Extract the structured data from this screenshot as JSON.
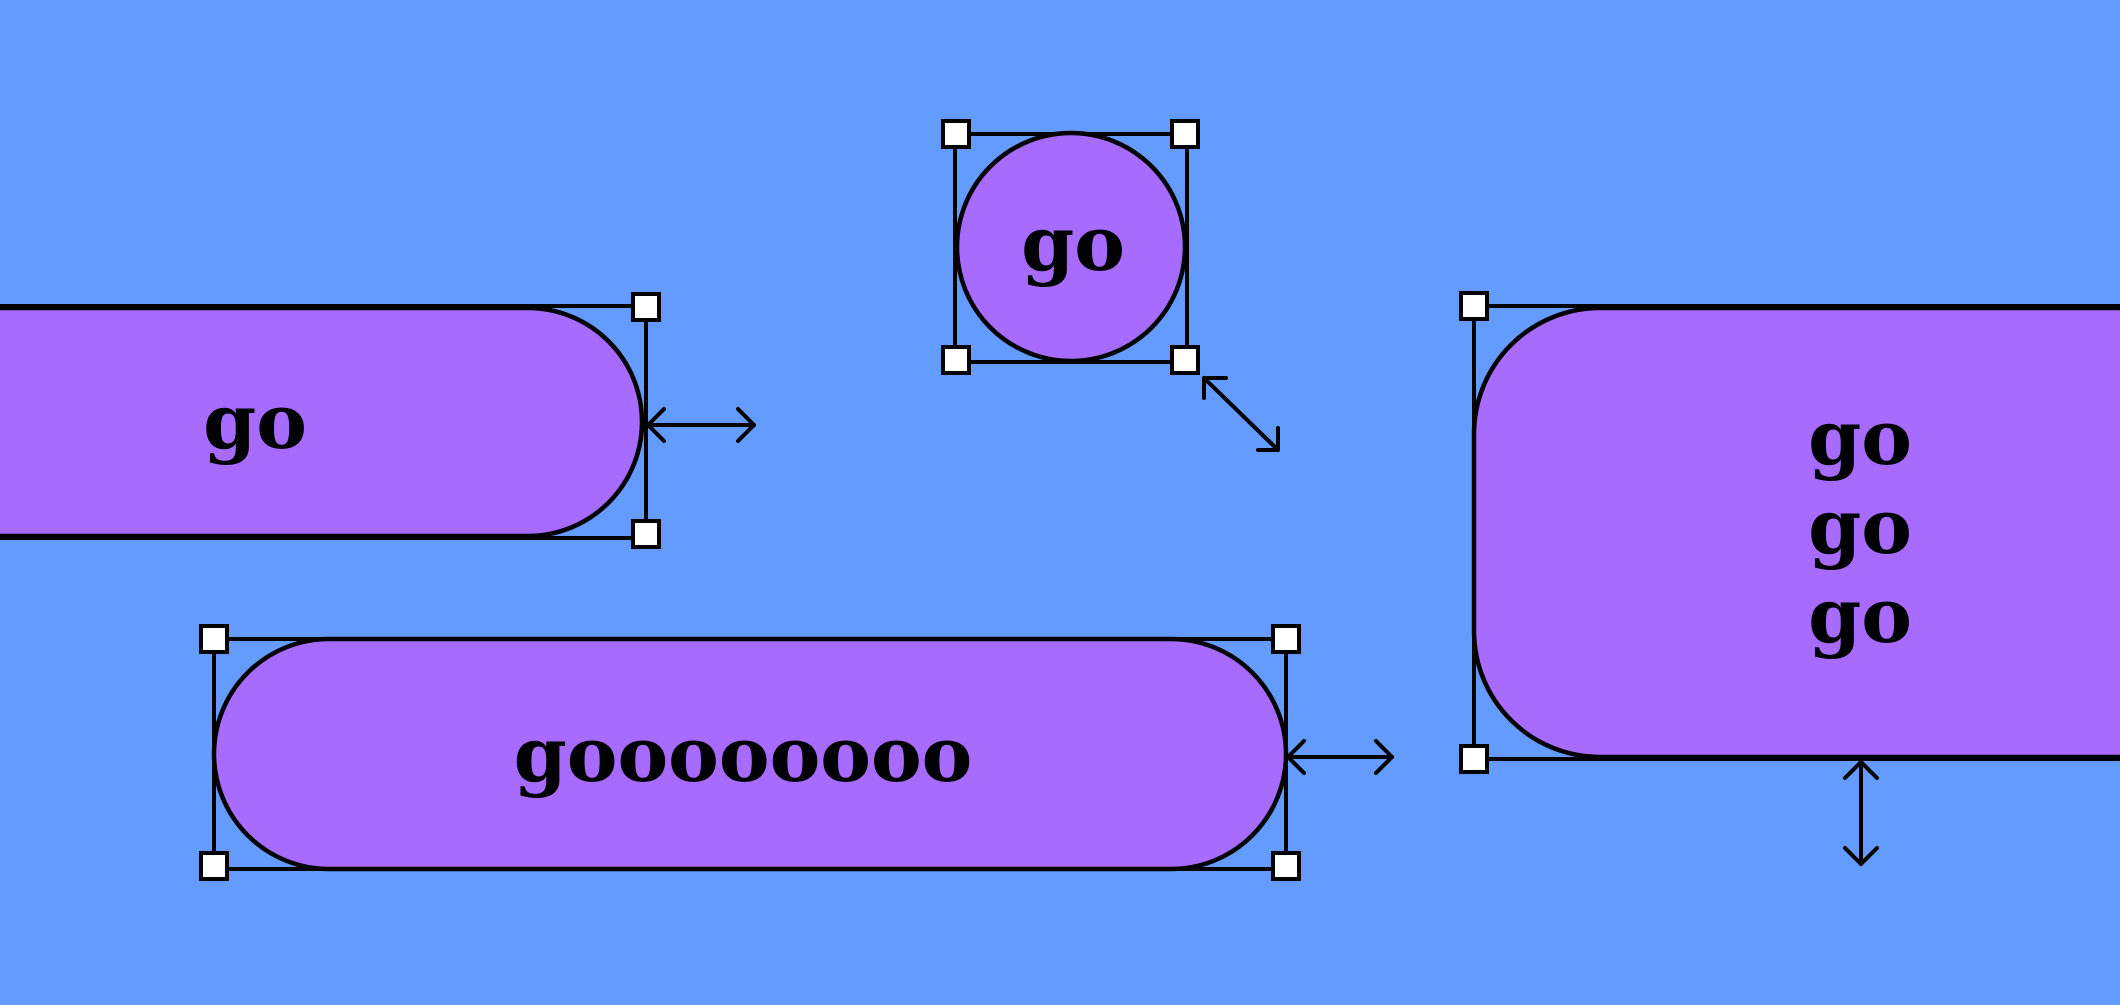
{
  "colors": {
    "background": "#639bff",
    "shape_fill": "#a86bff",
    "outline": "#000000",
    "handle_fill": "#ffffff"
  },
  "shapes": {
    "pill_left": {
      "label": "go",
      "resize_direction": "horizontal"
    },
    "circle_top": {
      "label": "go",
      "resize_direction": "diagonal"
    },
    "pill_wide": {
      "label": "goooooooo",
      "resize_direction": "horizontal"
    },
    "tall_right": {
      "lines": [
        "go",
        "go",
        "go"
      ],
      "resize_direction": "vertical"
    }
  }
}
